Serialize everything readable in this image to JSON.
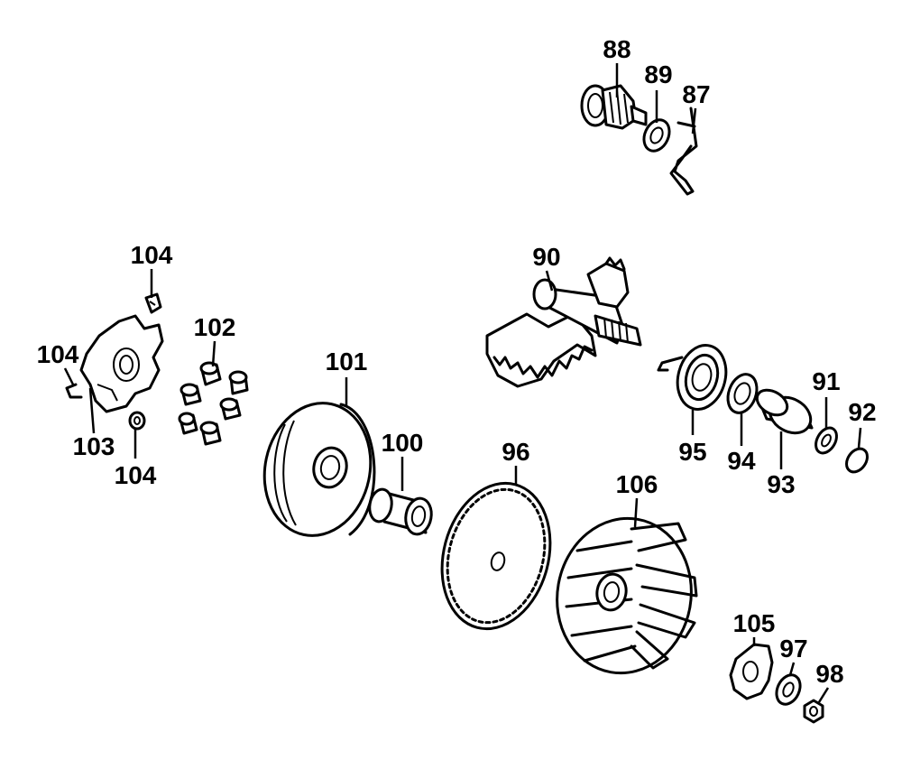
{
  "diagram": {
    "type": "exploded-parts-view",
    "parts": [
      {
        "id": "p88",
        "number": "88"
      },
      {
        "id": "p89",
        "number": "89"
      },
      {
        "id": "p87",
        "number": "87"
      },
      {
        "id": "p90",
        "number": "90"
      },
      {
        "id": "p104a",
        "number": "104"
      },
      {
        "id": "p102",
        "number": "102"
      },
      {
        "id": "p104b",
        "number": "104"
      },
      {
        "id": "p101",
        "number": "101"
      },
      {
        "id": "p103",
        "number": "103"
      },
      {
        "id": "p104c",
        "number": "104"
      },
      {
        "id": "p100",
        "number": "100"
      },
      {
        "id": "p96",
        "number": "96"
      },
      {
        "id": "p91",
        "number": "91"
      },
      {
        "id": "p92",
        "number": "92"
      },
      {
        "id": "p95",
        "number": "95"
      },
      {
        "id": "p94",
        "number": "94"
      },
      {
        "id": "p93",
        "number": "93"
      },
      {
        "id": "p106",
        "number": "106"
      },
      {
        "id": "p105",
        "number": "105"
      },
      {
        "id": "p97",
        "number": "97"
      },
      {
        "id": "p98",
        "number": "98"
      }
    ],
    "colors": {
      "ink": "#000000",
      "background": "#ffffff"
    }
  }
}
